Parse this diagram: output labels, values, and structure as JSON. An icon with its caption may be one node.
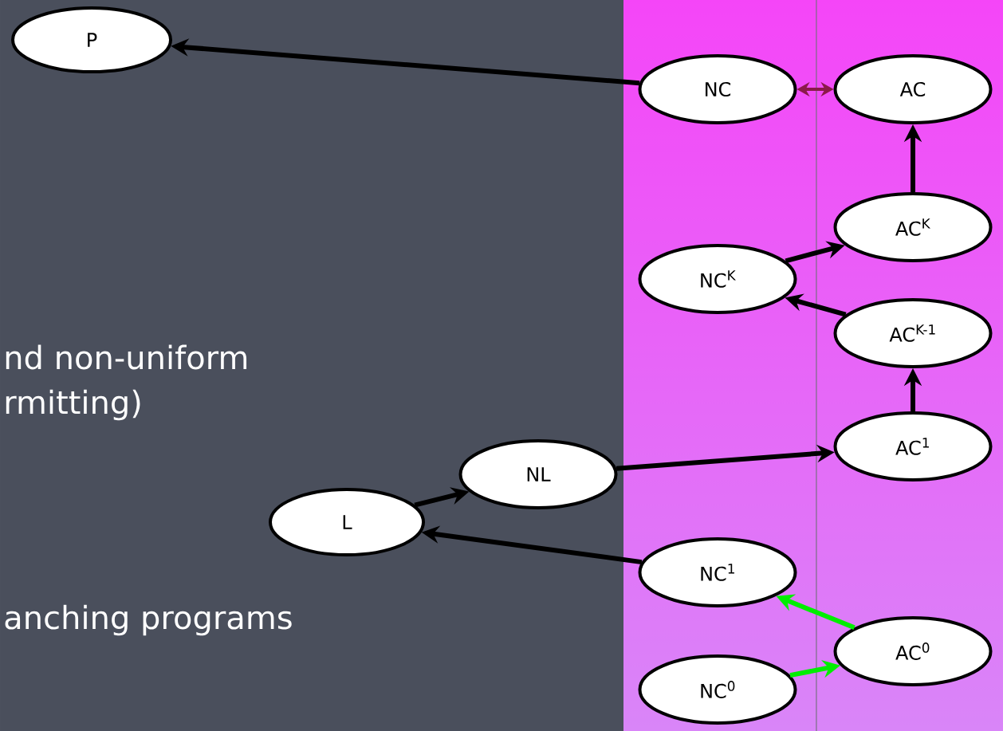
{
  "diagram": {
    "nodes": [
      {
        "text": [
          "P"
        ]
      },
      {
        "text": [
          "NC"
        ]
      },
      {
        "text": [
          "AC"
        ]
      },
      {
        "text": [
          "AC$^{K}$"
        ]
      },
      {
        "text": [
          "NC$^{K}$"
        ]
      },
      {
        "text": [
          "AC$^{K-1}$"
        ]
      },
      {
        "text": [
          "AC$^{1}$"
        ]
      },
      {
        "text": [
          "NL"
        ]
      },
      {
        "text": [
          "L"
        ]
      },
      {
        "text": [
          "NC$^{1}$"
        ]
      },
      {
        "text": [
          "AC$^{0}$"
        ]
      },
      {
        "text": [
          "NC$^{0}$"
        ]
      }
    ],
    "edges": [
      {
        "from": 1,
        "to": 0,
        "arrow": "to"
      },
      {
        "from": 1,
        "to": 2,
        "arrow": "both",
        "color": "#8b1a4a"
      },
      {
        "from": 3,
        "to": 2,
        "arrow": "to"
      },
      {
        "from": 4,
        "to": 3,
        "arrow": "to"
      },
      {
        "from": 5,
        "to": 4,
        "arrow": "to"
      },
      {
        "from": 6,
        "to": 5,
        "arrow": "to"
      },
      {
        "from": 7,
        "to": 6,
        "arrow": "to"
      },
      {
        "from": 8,
        "to": 7,
        "arrow": "to"
      },
      {
        "from": 9,
        "to": 8,
        "arrow": "to"
      },
      {
        "from": 10,
        "to": 9,
        "arrow": "to",
        "color": "#00ee00"
      },
      {
        "from": 11,
        "to": 10,
        "arrow": "to",
        "color": "#00ee00"
      }
    ],
    "labels": [
      "nd non-uniform",
      "rmitting)",
      "anching programs"
    ]
  }
}
